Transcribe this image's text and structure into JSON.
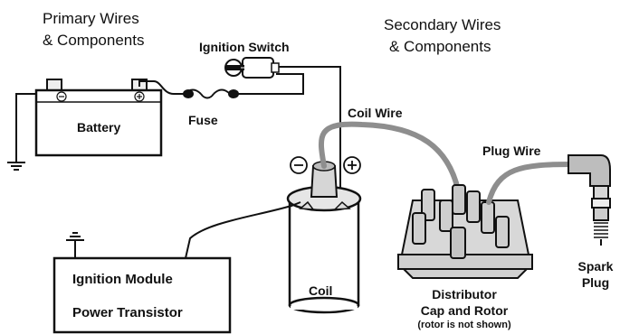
{
  "headers": {
    "primary": [
      "Primary Wires",
      "& Components"
    ],
    "secondary": [
      "Secondary Wires",
      "& Components"
    ]
  },
  "labels": {
    "ignition_switch": "Ignition Switch",
    "battery": "Battery",
    "fuse": "Fuse",
    "coil_wire": "Coil Wire",
    "plug_wire": "Plug Wire",
    "coil": "Coil",
    "spark_plug": [
      "Spark",
      "Plug"
    ],
    "distributor": [
      "Distributor",
      "Cap and Rotor"
    ],
    "distributor_note": "(rotor is not shown)",
    "ignition_module": [
      "Ignition Module",
      "Power Transistor"
    ]
  },
  "symbols": {
    "minus": "−",
    "plus": "+"
  },
  "colors": {
    "line": "#111111",
    "secondary_wire": "#8e8e8e",
    "component_shade": "#cfcfcf"
  }
}
